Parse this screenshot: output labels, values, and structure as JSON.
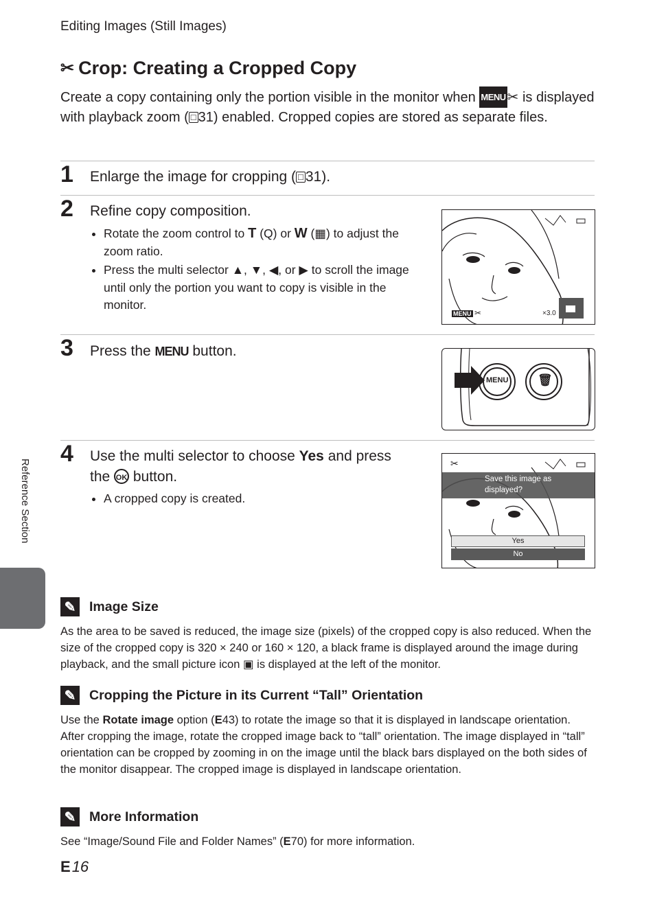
{
  "header": {
    "running_title": "Editing Images (Still Images)"
  },
  "section": {
    "icon": "scissors-icon",
    "title": "Crop: Creating a Cropped Copy",
    "intro_part1": "Create a copy containing only the portion visible in the monitor when ",
    "intro_menu_icon": "MENU",
    "intro_scissors": "✂",
    "intro_part2": " is displayed with playback zoom (",
    "intro_ref_icon": "□",
    "intro_part3": "31) enabled. Cropped copies are stored as separate files."
  },
  "steps": [
    {
      "number": "1",
      "text_part1": "Enlarge the image for cropping (",
      "ref_icon": "□",
      "text_part2": "31)."
    },
    {
      "number": "2",
      "text": "Refine copy composition.",
      "bullet1_part1": "Rotate the zoom control to ",
      "bullet1_T": "T",
      "bullet1_part2": " (",
      "bullet1_q": "Q",
      "bullet1_part3": ") or ",
      "bullet1_W": "W",
      "bullet1_part4": " (",
      "bullet1_grid": "▦",
      "bullet1_part5": ") to adjust the zoom ratio.",
      "bullet2_part1": "Press the multi selector ",
      "bullet2_arrows": "▲, ▼, ◀, or ▶",
      "bullet2_part2": " to scroll the image until only the portion you want to copy is visible in the monitor."
    },
    {
      "number": "3",
      "text_part1": "Press the ",
      "menu_glyph": "MENU",
      "text_part2": " button."
    },
    {
      "number": "4",
      "text_part1": "Use the multi selector to choose ",
      "yes_bold": "Yes",
      "text_part2": " and press the ",
      "ok_glyph": "OK",
      "text_part3": " button.",
      "bullet1": "A cropped copy is created."
    }
  ],
  "illustrations": {
    "zoom_screen": {
      "menu_label": "MENU",
      "zoom_label": "×3.0"
    },
    "buttons": {
      "menu_label": "MENU",
      "trash_icon": "trash-icon"
    },
    "confirm_screen": {
      "prompt_line1": "Save this image as",
      "prompt_line2": "displayed?",
      "option_yes": "Yes",
      "option_no": "No"
    }
  },
  "side_label": "Reference Section",
  "notes": [
    {
      "icon": "pencil-icon",
      "title": "Image Size",
      "body_part1": "As the area to be saved is reduced, the image size (pixels) of the cropped copy is also reduced. When the size of the cropped copy is 320 × 240 or 160 × 120, a black frame is displayed around the image during playback, and the small picture icon ",
      "small_pic_icon": "▣",
      "body_part2": " is displayed at the left of the monitor."
    },
    {
      "icon": "pencil-icon",
      "title": "Cropping the Picture in its Current “Tall” Orientation",
      "body_part1": "Use the ",
      "body_bold": "Rotate image",
      "body_part2": " option (",
      "e_icon": "E",
      "body_part3": "43) to rotate the image so that it is displayed in landscape orientation. After cropping the image, rotate the cropped image back to “tall” orientation. The image displayed in “tall” orientation can be cropped by zooming in on the image until the black bars displayed on the both sides of the monitor disappear. The cropped image is displayed in landscape orientation."
    },
    {
      "icon": "pencil-icon",
      "title": "More Information",
      "body_part1": "See “Image/Sound File and Folder Names” (",
      "e_icon": "E",
      "body_part2": "70) for more information."
    }
  ],
  "footer": {
    "e_icon": "E",
    "page": "16"
  }
}
